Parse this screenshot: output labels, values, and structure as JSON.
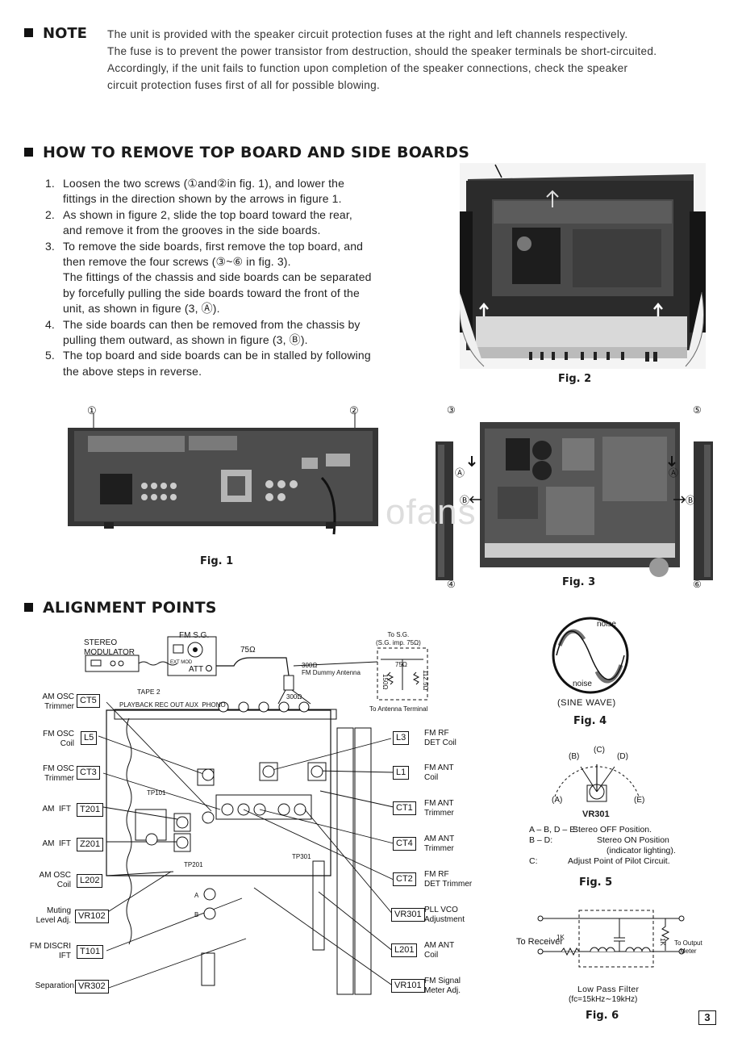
{
  "note": {
    "label": "NOTE",
    "lines": [
      "The unit is provided with the speaker circuit protection fuses at the right and left channels respectively.",
      "The fuse is to prevent the power transistor from destruction, should the speaker terminals be short-circuited.",
      "Accordingly, if the unit fails to function upon completion of the speaker connections, check the speaker",
      "circuit protection fuses first of all for possible blowing."
    ]
  },
  "section_remove": {
    "title": "HOW TO REMOVE TOP BOARD AND SIDE BOARDS",
    "steps": [
      {
        "num": "1.",
        "lines": [
          "Loosen the two screws (①and②in fig. 1), and lower the",
          "fittings in the direction shown by the arrows in figure 1."
        ]
      },
      {
        "num": "2.",
        "lines": [
          "As shown in figure 2, slide the top board toward the rear,",
          "and remove it from the grooves in the side boards."
        ]
      },
      {
        "num": "3.",
        "lines": [
          "To remove the side boards, first remove the top board, and",
          "then remove the four screws (③~⑥ in fig. 3).",
          "The fittings of the chassis and side boards can be separated",
          "by forcefully pulling the side boards toward the front of the",
          "unit, as shown in figure (3, Ⓐ)."
        ]
      },
      {
        "num": "4.",
        "lines": [
          "The side boards can then be removed from the chassis by",
          "pulling them outward, as shown in figure (3, Ⓑ)."
        ]
      },
      {
        "num": "5.",
        "lines": [
          "The top board and side boards can be in stalled by following",
          "the above steps in reverse."
        ]
      }
    ]
  },
  "figures": {
    "fig1": "Fig. 1",
    "fig2": "Fig. 2",
    "fig3": "Fig. 3",
    "fig4": "Fig. 4",
    "fig5": "Fig. 5",
    "fig6": "Fig. 6",
    "fig1_marks": [
      "①",
      "②"
    ],
    "fig3_marks": [
      "③",
      "④",
      "⑤",
      "⑥",
      "Ⓐ",
      "Ⓑ"
    ]
  },
  "section_align": {
    "title": "ALIGNMENT POINTS",
    "top_labels": {
      "stereo_modulator": "STEREO\nMODULATOR",
      "fm_sg": "FM S.G.",
      "ext_mod": "EXT MOD",
      "att": "ATT",
      "ohm75": "75Ω",
      "dummy": "300Ω\nFM Dummy Antenna",
      "to_sg": "To S.G.\n(S.G. imp. 75Ω)",
      "r75": "75Ω",
      "r150": "150Ω",
      "r1125": "112.5Ω",
      "r300": "300Ω",
      "to_antenna": "To Antenna Terminal",
      "tape2": "TAPE 2",
      "inputs": "PLAYBACK REC OUT AUX  PHONO",
      "tp101": "TP101",
      "tp201": "TP201",
      "tp301": "TP301",
      "a": "A",
      "b": "B"
    },
    "left_points": [
      {
        "label": "AM OSC\nTrimmer",
        "code": "CT5"
      },
      {
        "label": "FM OSC\nCoil",
        "code": "L5"
      },
      {
        "label": "FM OSC\nTrimmer",
        "code": "CT3"
      },
      {
        "label": "AM  IFT",
        "code": "T201"
      },
      {
        "label": "AM  IFT",
        "code": "Z201"
      },
      {
        "label": "AM OSC\nCoil",
        "code": "L202"
      },
      {
        "label": "Muting\nLevel Adj.",
        "code": "VR102"
      },
      {
        "label": "FM DISCRI\nIFT",
        "code": "T101"
      },
      {
        "label": "Separation",
        "code": "VR302"
      }
    ],
    "right_points": [
      {
        "code": "L3",
        "label": "FM RF\nDET Coil"
      },
      {
        "code": "L1",
        "label": "FM ANT\nCoil"
      },
      {
        "code": "CT1",
        "label": "FM ANT\nTrimmer"
      },
      {
        "code": "CT4",
        "label": "AM ANT\nTrimmer"
      },
      {
        "code": "CT2",
        "label": "FM RF\nDET Trimmer"
      },
      {
        "code": "VR301",
        "label": "PLL VCO\nAdjustment"
      },
      {
        "code": "L201",
        "label": "AM ANT\nCoil"
      },
      {
        "code": "VR101",
        "label": "FM Signal\nMeter Adj."
      }
    ]
  },
  "fig4": {
    "noise": "noise",
    "caption": "(SINE WAVE)"
  },
  "fig5": {
    "marks": [
      "A",
      "B",
      "C",
      "D",
      "E"
    ],
    "name": "VR301",
    "rows": [
      {
        "key": "A – B, D – E:",
        "val": "Stereo OFF Position."
      },
      {
        "key": "B – D:",
        "val": "Stereo ON Position"
      },
      {
        "key": "",
        "val": "(indicator lighting)."
      },
      {
        "key": "C:",
        "val": "Adjust Point of Pilot Circuit."
      }
    ]
  },
  "fig6": {
    "to_receiver": "To Receiver",
    "r1k": "1K",
    "r1k_v": "1K",
    "to_meter": "To Output\nMeter",
    "filter": "Low Pass Filter",
    "fc": "(fc=15kHz∼19kHz)"
  },
  "watermark": "ofans",
  "page_number": "3"
}
